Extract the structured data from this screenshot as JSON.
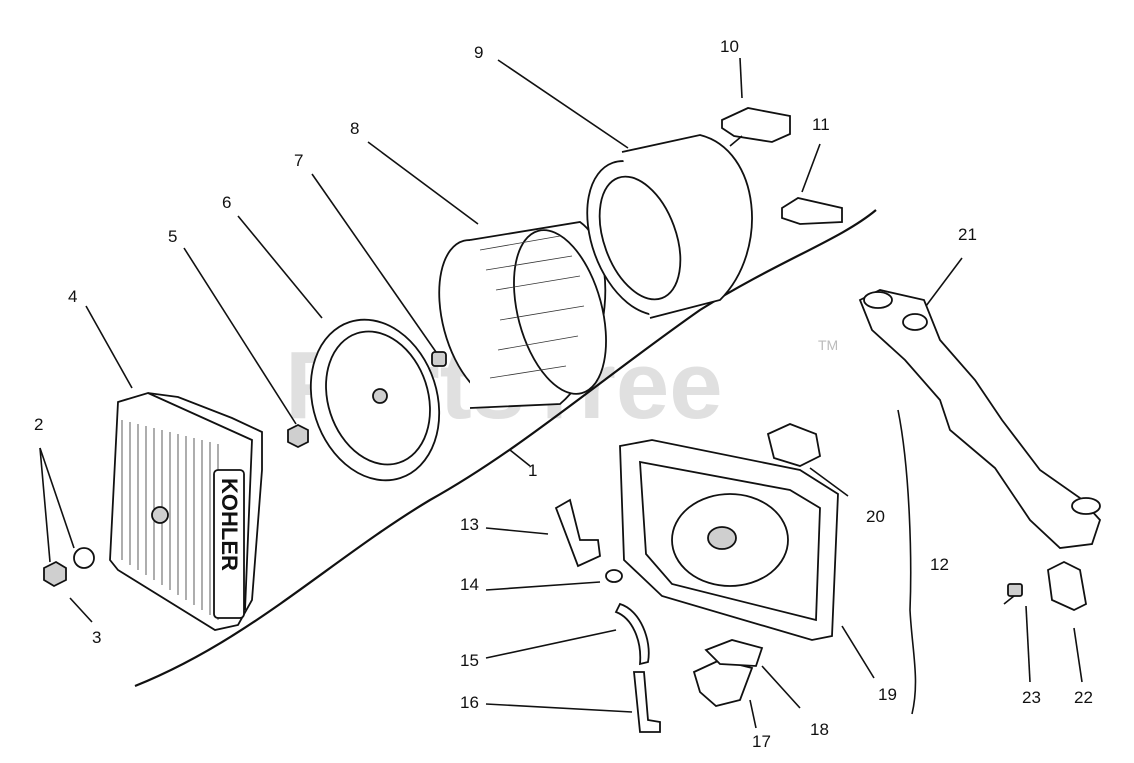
{
  "watermark": {
    "text": "PartsTree",
    "mark": "TM"
  },
  "cover_label": "KOHLER",
  "callouts": [
    "1",
    "2",
    "3",
    "4",
    "5",
    "6",
    "7",
    "8",
    "9",
    "10",
    "11",
    "12",
    "13",
    "14",
    "15",
    "16",
    "17",
    "18",
    "19",
    "20",
    "21",
    "22",
    "23"
  ]
}
